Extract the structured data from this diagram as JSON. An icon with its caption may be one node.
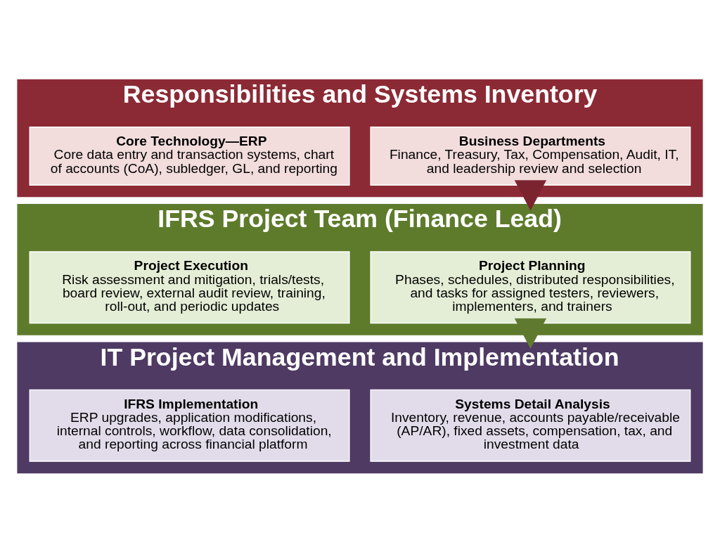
{
  "diagram": {
    "nodes": [
      {
        "text": [
          "Responsibilities and Systems Inventory"
        ]
      },
      {
        "text": [
          "Business Departments",
          "Finance, Treasury, Tax, Compensation, Audit, IT, and leadership review and selection"
        ],
        "in": 0
      },
      {
        "text": [
          "Core Technology—ERP",
          "Core data entry and transaction systems, chart of accounts (CoA), subledger, GL, and reporting"
        ],
        "in": 0
      },
      {
        "text": [
          "IFRS Project Team (Finance Lead)"
        ]
      },
      {
        "text": [
          "Project Planning",
          "Phases, schedules, distributed responsibilities, and tasks for assigned testers, reviewers, implementers, and trainers"
        ],
        "in": 3
      },
      {
        "text": [
          "Project Execution",
          "Risk assessment and mitigation, trials/tests, board review, external audit review, training, roll-out, and periodic updates"
        ],
        "in": 3
      },
      {
        "text": [
          "IT Project Management and Implementation"
        ]
      },
      {
        "text": [
          "Systems Detail Analysis",
          "Inventory, revenue, accounts payable/receivable (AP/AR), fixed assets, compensation, tax, and investment data"
        ],
        "in": 6
      },
      {
        "text": [
          "IFRS Implementation",
          "ERP upgrades, application modifications, internal controls, workflow, data consolidation, and reporting across financial platform"
        ],
        "in": 6
      }
    ],
    "edges": [
      {
        "from": 0,
        "to": 3,
        "arrow": "to",
        "color": "#7b2430"
      },
      {
        "from": 3,
        "to": 6,
        "arrow": "to",
        "color": "#5f7a2e"
      }
    ]
  }
}
